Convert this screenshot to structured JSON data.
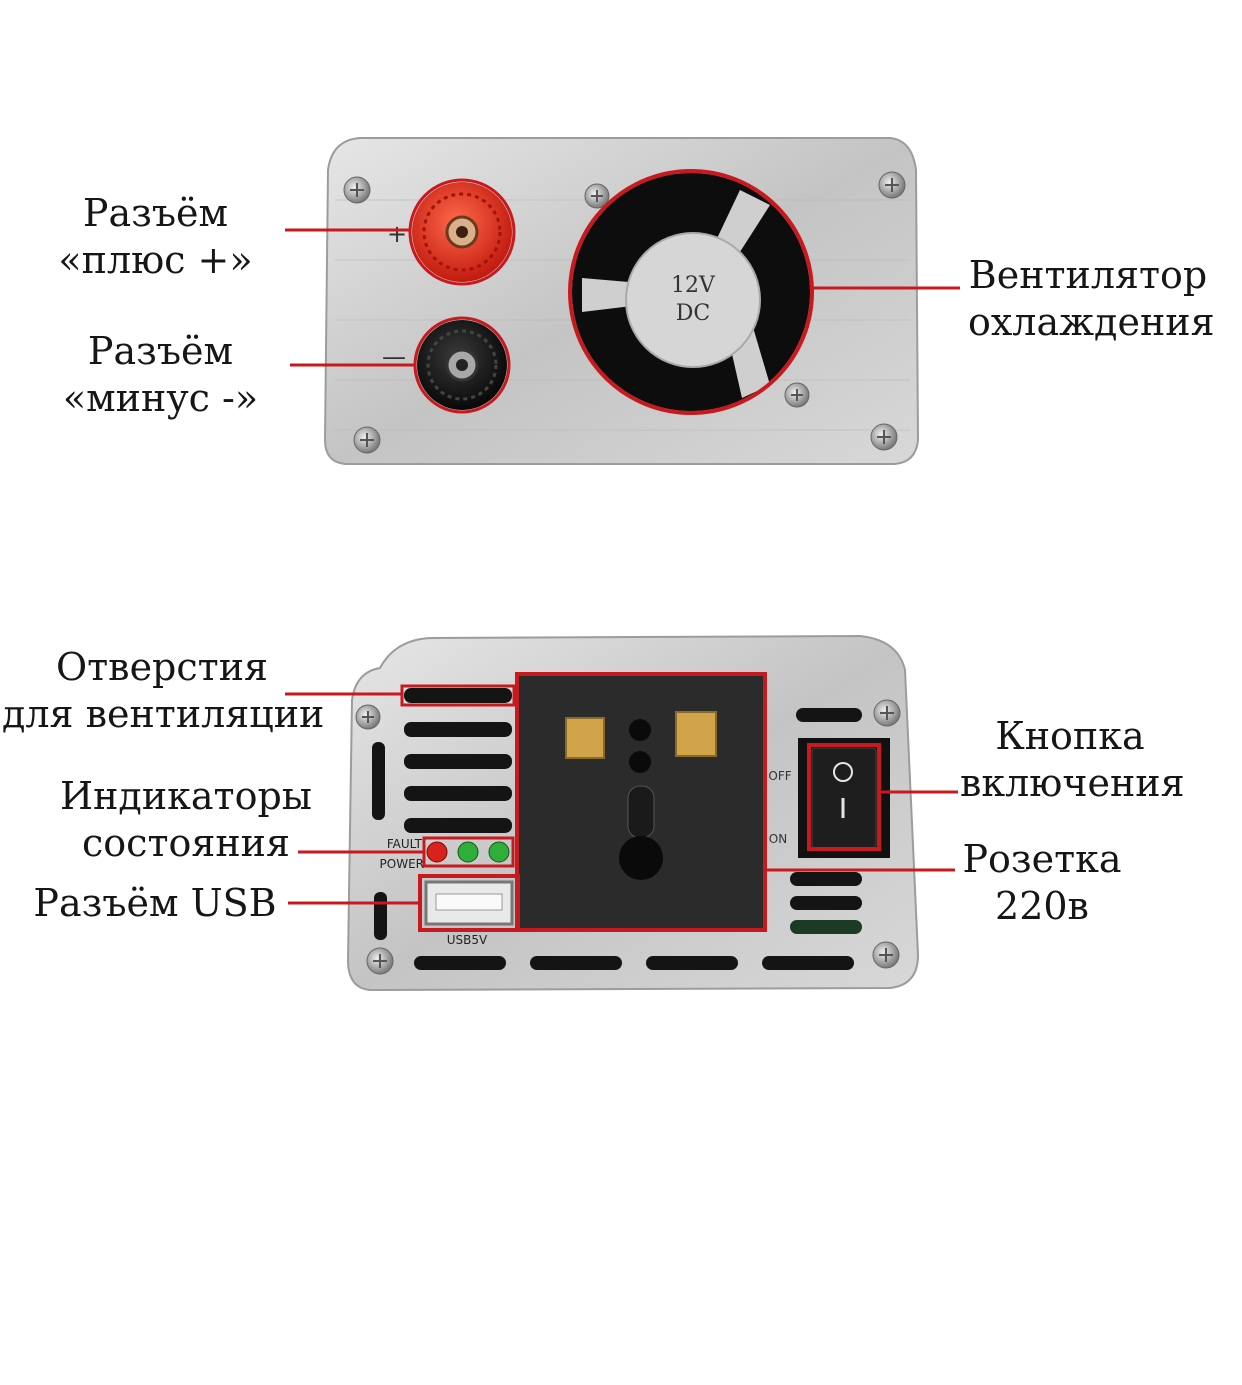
{
  "top_view": {
    "fan_label": [
      "12V",
      "DC"
    ],
    "callouts": {
      "plus_connector": [
        "Разъём",
        "«плюс +»"
      ],
      "minus_connector": [
        "Разъём",
        "«минус -»"
      ],
      "cooling_fan": [
        "Вентилятор",
        "охлаждения"
      ]
    },
    "terminal_marks": {
      "plus": "+",
      "minus": "—"
    }
  },
  "bottom_view": {
    "panel_labels": {
      "fault": "FAULT",
      "power": "POWER",
      "usb": "USB5V",
      "off": "OFF",
      "on": "ON"
    },
    "callouts": {
      "vents": [
        "Отверстия",
        "для вентиляции"
      ],
      "indicators": [
        "Индикаторы",
        "состояния"
      ],
      "usb": [
        "Разъём USB"
      ],
      "power_button": [
        "Кнопка",
        "включения"
      ],
      "socket": [
        "Розетка",
        "220в"
      ]
    }
  },
  "colors": {
    "highlight": "#c8191e",
    "panel_silver": "#c9c9c9",
    "panel_dark": "#2a2a2a",
    "plus_terminal": "#e8371e",
    "led_red": "#d9221e",
    "led_green": "#2fae3a"
  }
}
